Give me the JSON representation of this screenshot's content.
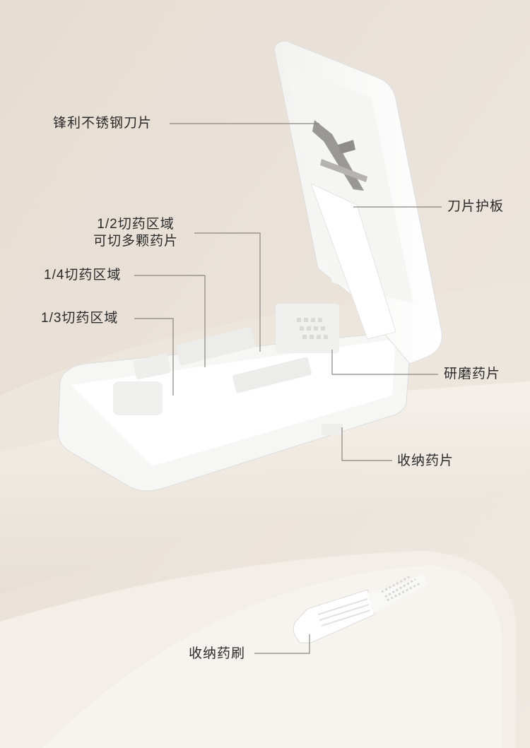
{
  "labels": {
    "blade": "锋利不锈钢刀片",
    "blade_guard": "刀片护板",
    "half_line1": "1/2切药区域",
    "half_line2": "可切多颗药片",
    "quarter": "1/4切药区域",
    "third": "1/3切药区域",
    "grind": "研磨药片",
    "storage": "收纳药片",
    "brush": "收纳药刷"
  },
  "colors": {
    "background": "#ece5dc",
    "pedestal": "#f3ede6",
    "device": "#fbfbfa",
    "leader_line": "#8a8580"
  }
}
